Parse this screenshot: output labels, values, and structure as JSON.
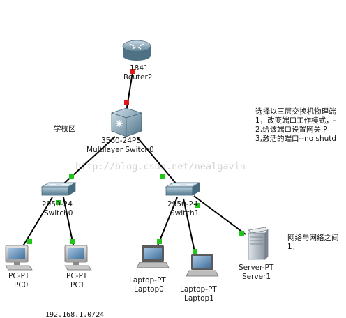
{
  "watermark": "http://blog.csdn.net/nealgavin",
  "area_label": "学校区",
  "subnet_label": "192.168.1.0/24",
  "notes_right": {
    "line1": "选择以三层交换机物理端",
    "line2": "1，改变端口工作模式，-",
    "line3": "2,给该端口设置网关IP",
    "line4": "3,激活的端口--no shutd"
  },
  "notes_right2": {
    "line1": "网络与网络之间",
    "line2": "1，"
  },
  "devices": {
    "router": {
      "model": "1841",
      "name": "Router2"
    },
    "multilayer": {
      "model": "3560-24PS",
      "name": "Multilayer Switch0"
    },
    "switch0": {
      "model": "2950-24",
      "name": "Switch0"
    },
    "switch1": {
      "model": "2950-24",
      "name": "Switch1"
    },
    "pc0": {
      "model": "PC-PT",
      "name": "PC0"
    },
    "pc1": {
      "model": "PC-PT",
      "name": "PC1"
    },
    "laptop0": {
      "model": "Laptop-PT",
      "name": "Laptop0"
    },
    "laptop1": {
      "model": "Laptop-PT",
      "name": "Laptop1"
    },
    "server": {
      "model": "Server-PT",
      "name": "Server1"
    }
  },
  "link_status_colors": {
    "up": "#22c51a",
    "down": "#e01818"
  }
}
